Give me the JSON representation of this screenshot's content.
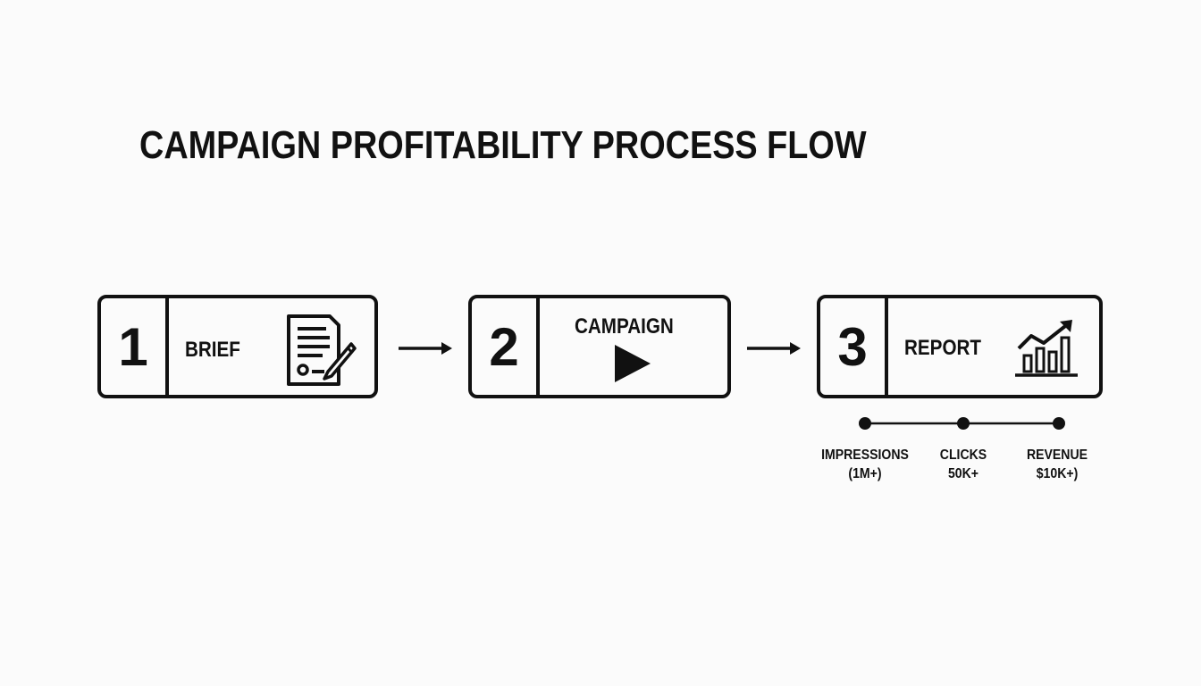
{
  "title": "CAMPAIGN PROFITABILITY PROCESS FLOW",
  "steps": [
    {
      "number": "1",
      "label": "BRIEF",
      "icon": "document-pen-icon"
    },
    {
      "number": "2",
      "label": "CAMPAIGN",
      "icon": "play-icon"
    },
    {
      "number": "3",
      "label": "REPORT",
      "icon": "bar-chart-growth-icon"
    }
  ],
  "metrics": [
    {
      "name": "IMPRESSIONS",
      "value": "(1M+)"
    },
    {
      "name": "CLICKS",
      "value": "50K+"
    },
    {
      "name": "REVENUE",
      "value": "$10K+)"
    }
  ],
  "colors": {
    "ink": "#111111",
    "background": "#fbfbfb"
  }
}
